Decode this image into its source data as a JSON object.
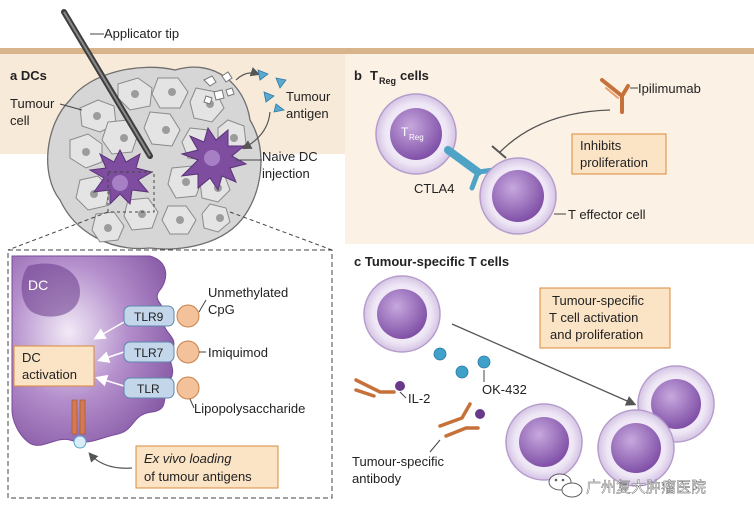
{
  "labels": {
    "applicator_tip": "Applicator tip",
    "panel_a": "a DCs",
    "tumour_cell": [
      "Tumour",
      "cell"
    ],
    "tumour_antigen": [
      "Tumour",
      "antigen"
    ],
    "naive_dc": [
      "Naive DC",
      "injection"
    ],
    "dc": "DC",
    "dc_activation": [
      "DC",
      "activation"
    ],
    "tlr9": "TLR9",
    "tlr7": "TLR7",
    "tlr": "TLR",
    "cpg": [
      "Unmethylated",
      "CpG"
    ],
    "imiquimod": "Imiquimod",
    "lps": "Lipopolysaccharide",
    "exvivo": [
      "Ex vivo loading",
      "of tumour antigens"
    ],
    "panel_b_letter": "b",
    "panel_b_title_t": "T",
    "panel_b_title_sub": "Reg",
    "panel_b_title_rest": "cells",
    "treg_t": "T",
    "treg_sub": "Reg",
    "ctla4": "CTLA4",
    "ipilimumab": "Ipilimumab",
    "inhibits": [
      "Inhibits",
      "proliferation"
    ],
    "t_effector": "T effector cell",
    "panel_c": "c Tumour-specific T cells",
    "ts_activation": [
      "Tumour-specific",
      "T cell activation",
      "and proliferation"
    ],
    "il2": "IL-2",
    "ok432": "OK-432",
    "ts_antibody": [
      "Tumour-specific",
      "antibody"
    ],
    "watermark": "广州复大肿瘤医院"
  },
  "colors": {
    "top_band": "#f6e3cc",
    "tumour_fill": "#d9d9d9",
    "tumour_stroke": "#7a7a7a",
    "nucleus": "#9a9a9a",
    "dc_purple": "#7f4f9e",
    "dc_light": "#b99ad0",
    "cell_fill": "#ddd0ea",
    "cell_nucleus": "#8a5fb0",
    "box_fill": "#fbe3c6",
    "box_stroke": "#d98b3a",
    "tlr_fill": "#c3d6ea",
    "tlr_stroke": "#5f86ad",
    "ligand_fill": "#f4c29a",
    "ctla4": "#4fa3c6",
    "antibody": "#c6703a",
    "cytokine_blue": "#3fa0c9",
    "il2_purple": "#6a3a8a"
  }
}
